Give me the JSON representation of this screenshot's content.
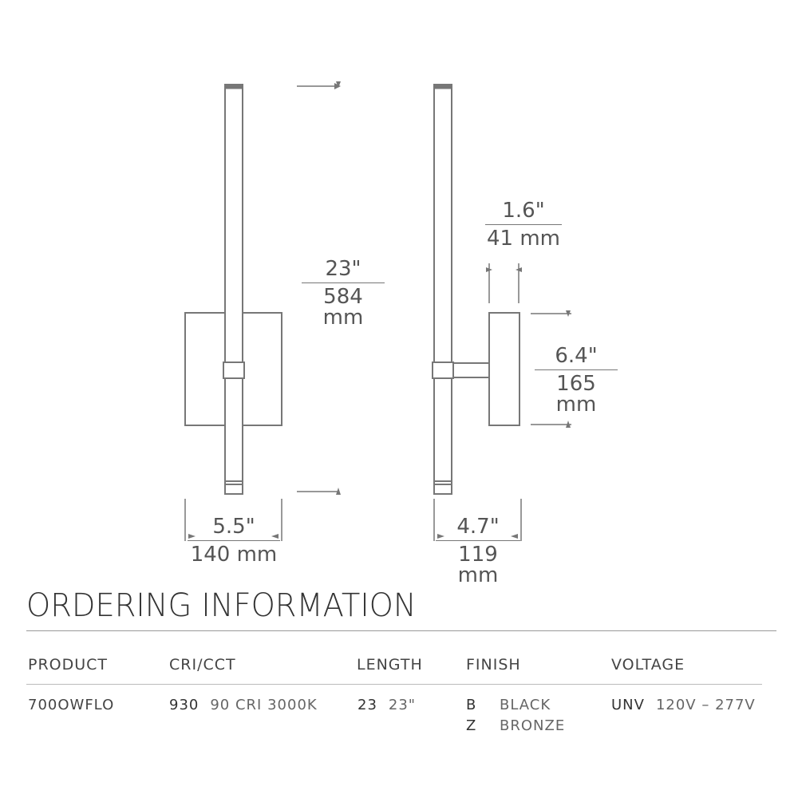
{
  "dimensions": {
    "height": {
      "in": "23\"",
      "mm": "584 mm"
    },
    "width": {
      "in": "5.5\"",
      "mm": "140 mm"
    },
    "depth": {
      "in": "4.7\"",
      "mm": "119 mm"
    },
    "canopy_height": {
      "in": "6.4\"",
      "mm": "165 mm"
    },
    "canopy_depth": {
      "in": "1.6\"",
      "mm": "41 mm"
    }
  },
  "ordering": {
    "title": "ORDERING INFORMATION",
    "columns": [
      "PRODUCT",
      "CRI/CCT",
      "LENGTH",
      "FINISH",
      "VOLTAGE"
    ],
    "product": "700OWFLO",
    "cri_cct": {
      "code": "930",
      "desc": "90 CRI 3000K"
    },
    "length": {
      "code": "23",
      "desc": "23\""
    },
    "finish": [
      {
        "code": "B",
        "desc": "BLACK"
      },
      {
        "code": "Z",
        "desc": "BRONZE"
      }
    ],
    "voltage": {
      "code": "UNV",
      "desc": "120V – 277V"
    }
  },
  "colors": {
    "line": "#777777",
    "text": "#555555",
    "heading": "#333333"
  }
}
